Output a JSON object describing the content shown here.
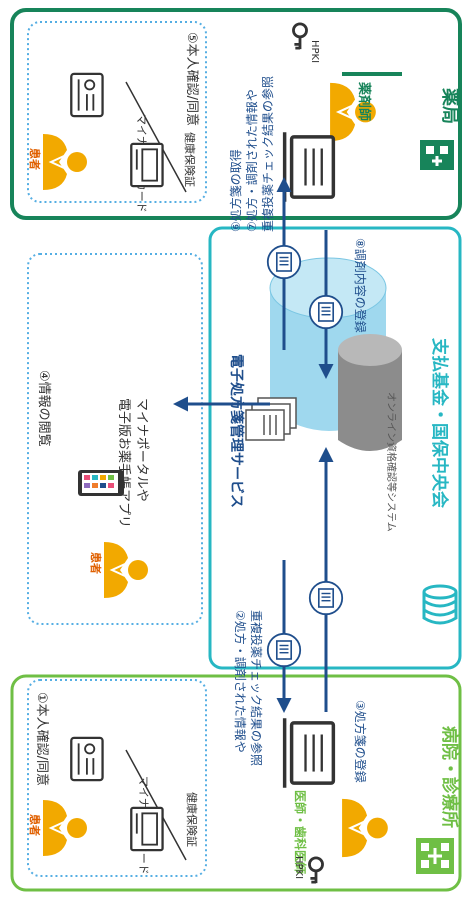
{
  "colors": {
    "pharmacy_green": "#17845a",
    "hospital_green": "#6fbf45",
    "service_cyan": "#27b7c3",
    "arrow_navy": "#1f4e8c",
    "patient_orange": "#f2a900",
    "doctor_green": "#8cc63f",
    "pharmacist_green": "#17845a",
    "dotted_blue": "#55aee3",
    "cylinder_blue": "#9fd8ee",
    "text_dark": "#333333"
  },
  "pharmacy": {
    "name": "薬局",
    "staff_label": "薬剤師",
    "hpki": "HPKI",
    "patient_step": "⑤本人確認/同意",
    "patient_label": "患者",
    "card_label": "マイナンバーカード",
    "insurance_label": "健康保険証"
  },
  "hospital": {
    "name": "病院・診療所",
    "staff_label": "医師・歯科医師",
    "hpki": "HPKI",
    "patient_step": "①本人確認/同意",
    "patient_label": "患者",
    "card_label": "マイナンバーカード",
    "insurance_label": "健康保険証"
  },
  "center": {
    "org_name": "支払基金・国保中央会",
    "service_name": "電子処方箋管理サービス",
    "system_name": "オンライン資格確認等システム"
  },
  "steps": {
    "step2_line1": "②処方・調剤された情報や",
    "step2_line2": "重複投薬チェック結果の参照",
    "step3": "③処方箋の登録",
    "step4": "④情報の閲覧",
    "step6": "⑥処方箋の取得",
    "step7_line1": "⑦処方・調剤された情報や",
    "step7_line2": "重複投薬チェック結果の参照",
    "step8": "⑧調剤内容の登録"
  },
  "viewer": {
    "patient_label": "患者",
    "app_line1": "マイナポータルや",
    "app_line2": "電子版お薬手帳アプリ"
  },
  "icons": [
    "patient-icon",
    "doctor-icon",
    "pharmacist-icon",
    "key-icon",
    "computer-icon",
    "smartphone-icon",
    "database-icon",
    "document-icon",
    "pharmacy-building-icon",
    "hospital-building-icon",
    "my-number-card-icon",
    "insurance-card-icon"
  ]
}
